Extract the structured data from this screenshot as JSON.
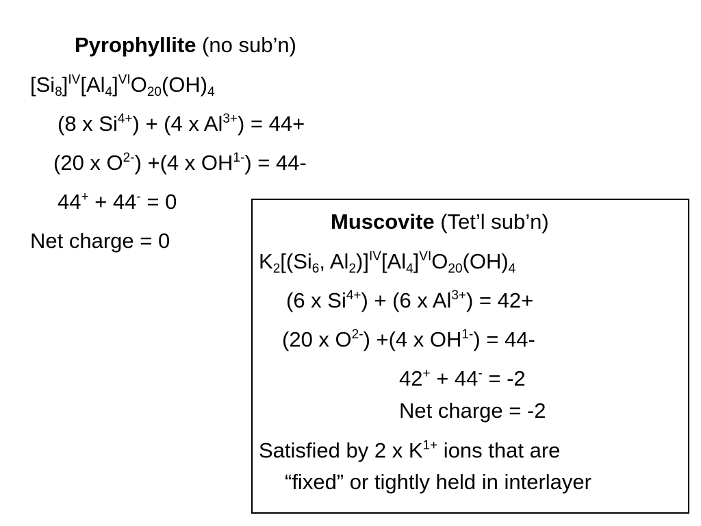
{
  "pyrophyllite": {
    "title_bold": "Pyrophyllite",
    "title_rest": " (no sub’n)",
    "formula": {
      "p1": "[Si",
      "s1": "8",
      "p2": "]",
      "u1": "IV",
      "p3": "[Al",
      "s2": "4",
      "p4": "]",
      "u2": "VI",
      "p5": "O",
      "s3": "20",
      "p6": "(OH)",
      "s4": "4"
    },
    "cation_line": {
      "a": "(8 x Si",
      "b": "4+",
      "c": ") + (4 x Al",
      "d": "3+",
      "e": ")  = 44+"
    },
    "anion_line": {
      "a": "(20 x O",
      "b": "2-",
      "c": ") +(4 x OH",
      "d": "1-",
      "e": ") = 44-"
    },
    "sum_line": {
      "a": "44",
      "b": "+",
      "c": " + 44",
      "d": "-",
      "e": " = 0"
    },
    "net_charge": "Net charge = 0"
  },
  "muscovite": {
    "title_bold": "Muscovite",
    "title_rest": " (Tet’l sub’n)",
    "formula": {
      "p1": "K",
      "s1": "2",
      "p2": "[(Si",
      "s2": "6",
      "p3": ", Al",
      "s3": "2",
      "p4": ")]",
      "u1": "IV",
      "p5": "[Al",
      "s4": "4",
      "p6": "]",
      "u2": "VI",
      "p7": "O",
      "s5": "20",
      "p8": "(OH)",
      "s6": "4"
    },
    "cation_line": {
      "a": "(6 x Si",
      "b": "4+",
      "c": ") + (6 x Al",
      "d": "3+",
      "e": ")  = 42+"
    },
    "anion_line": {
      "a": "(20 x O",
      "b": "2-",
      "c": ") +(4 x OH",
      "d": "1-",
      "e": ") = 44-"
    },
    "sum_line": {
      "a": "42",
      "b": "+",
      "c": " + 44",
      "d": "-",
      "e": " = -2"
    },
    "net_charge": "Net charge = -2",
    "satisfied_line1": {
      "a": "Satisfied by 2 x K",
      "b": "1+",
      "c": " ions that are"
    },
    "satisfied_line2": "“fixed” or tightly held in interlayer"
  }
}
